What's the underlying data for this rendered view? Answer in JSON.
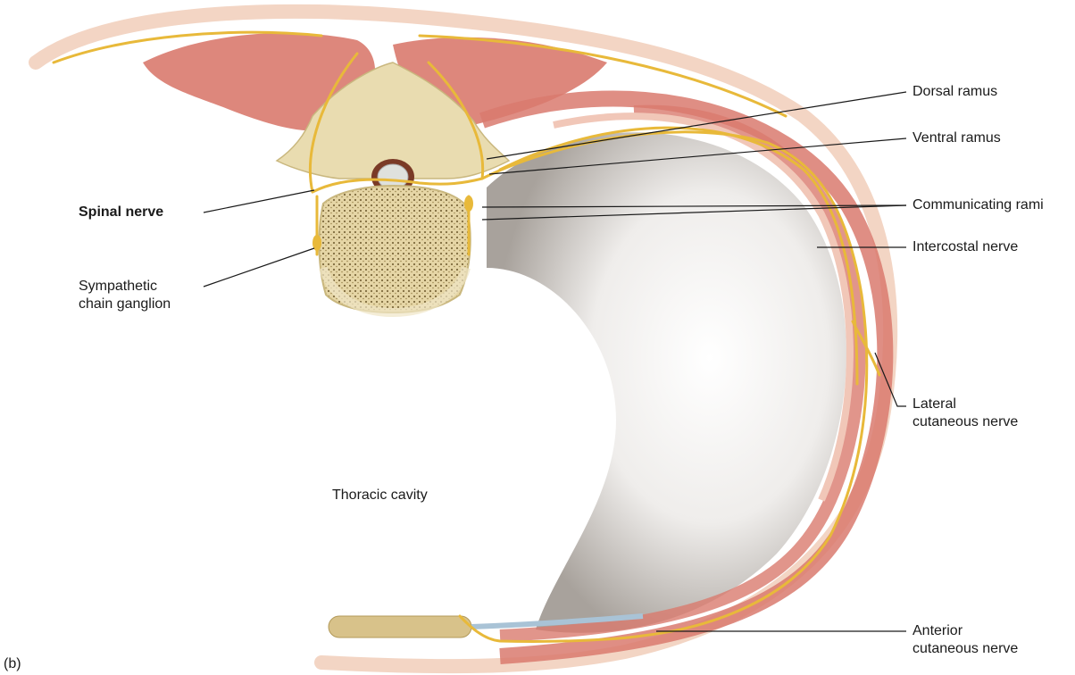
{
  "figure": {
    "panel_label": "(b)",
    "cavity_label": "Thoracic cavity"
  },
  "labels": {
    "dorsal_ramus": "Dorsal ramus",
    "ventral_ramus": "Ventral ramus",
    "communicating_rami": "Communicating rami",
    "intercostal_nerve": "Intercostal nerve",
    "lateral_cutaneous_nerve": "Lateral\ncutaneous nerve",
    "anterior_cutaneous_nerve": "Anterior\ncutaneous nerve",
    "spinal_nerve": "Spinal nerve",
    "sympathetic_chain_ganglion": "Sympathetic\nchain ganglion"
  },
  "colors": {
    "muscle": "#d97a6e",
    "nerve": "#e8b93a",
    "bone": "#e9dcb0",
    "skin": "#f3d5c4",
    "cavity_shadow": "#b9b3ad"
  }
}
